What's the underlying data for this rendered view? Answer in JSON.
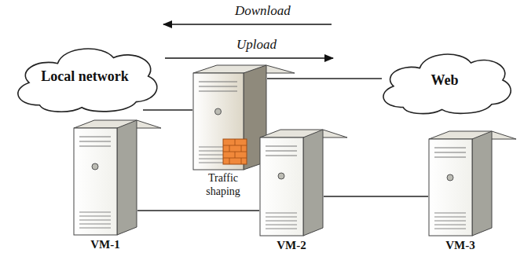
{
  "diagram": {
    "nodes": [
      {
        "text": [
          "Local network"
        ]
      },
      {
        "text": [
          "Traffic shaping"
        ]
      },
      {
        "text": [
          "Web"
        ]
      },
      {
        "text": [
          "VM-1"
        ]
      },
      {
        "text": [
          "VM-2"
        ]
      },
      {
        "text": [
          "VM-3"
        ]
      }
    ],
    "edges": [
      {
        "from": 0,
        "to": 1,
        "arrow": "none"
      },
      {
        "from": 1,
        "to": 2,
        "arrow": "none"
      },
      {
        "from": 3,
        "to": 4,
        "arrow": "none"
      },
      {
        "from": 4,
        "to": 5,
        "arrow": "none"
      }
    ],
    "labels": [
      "Download",
      "Upload"
    ]
  }
}
